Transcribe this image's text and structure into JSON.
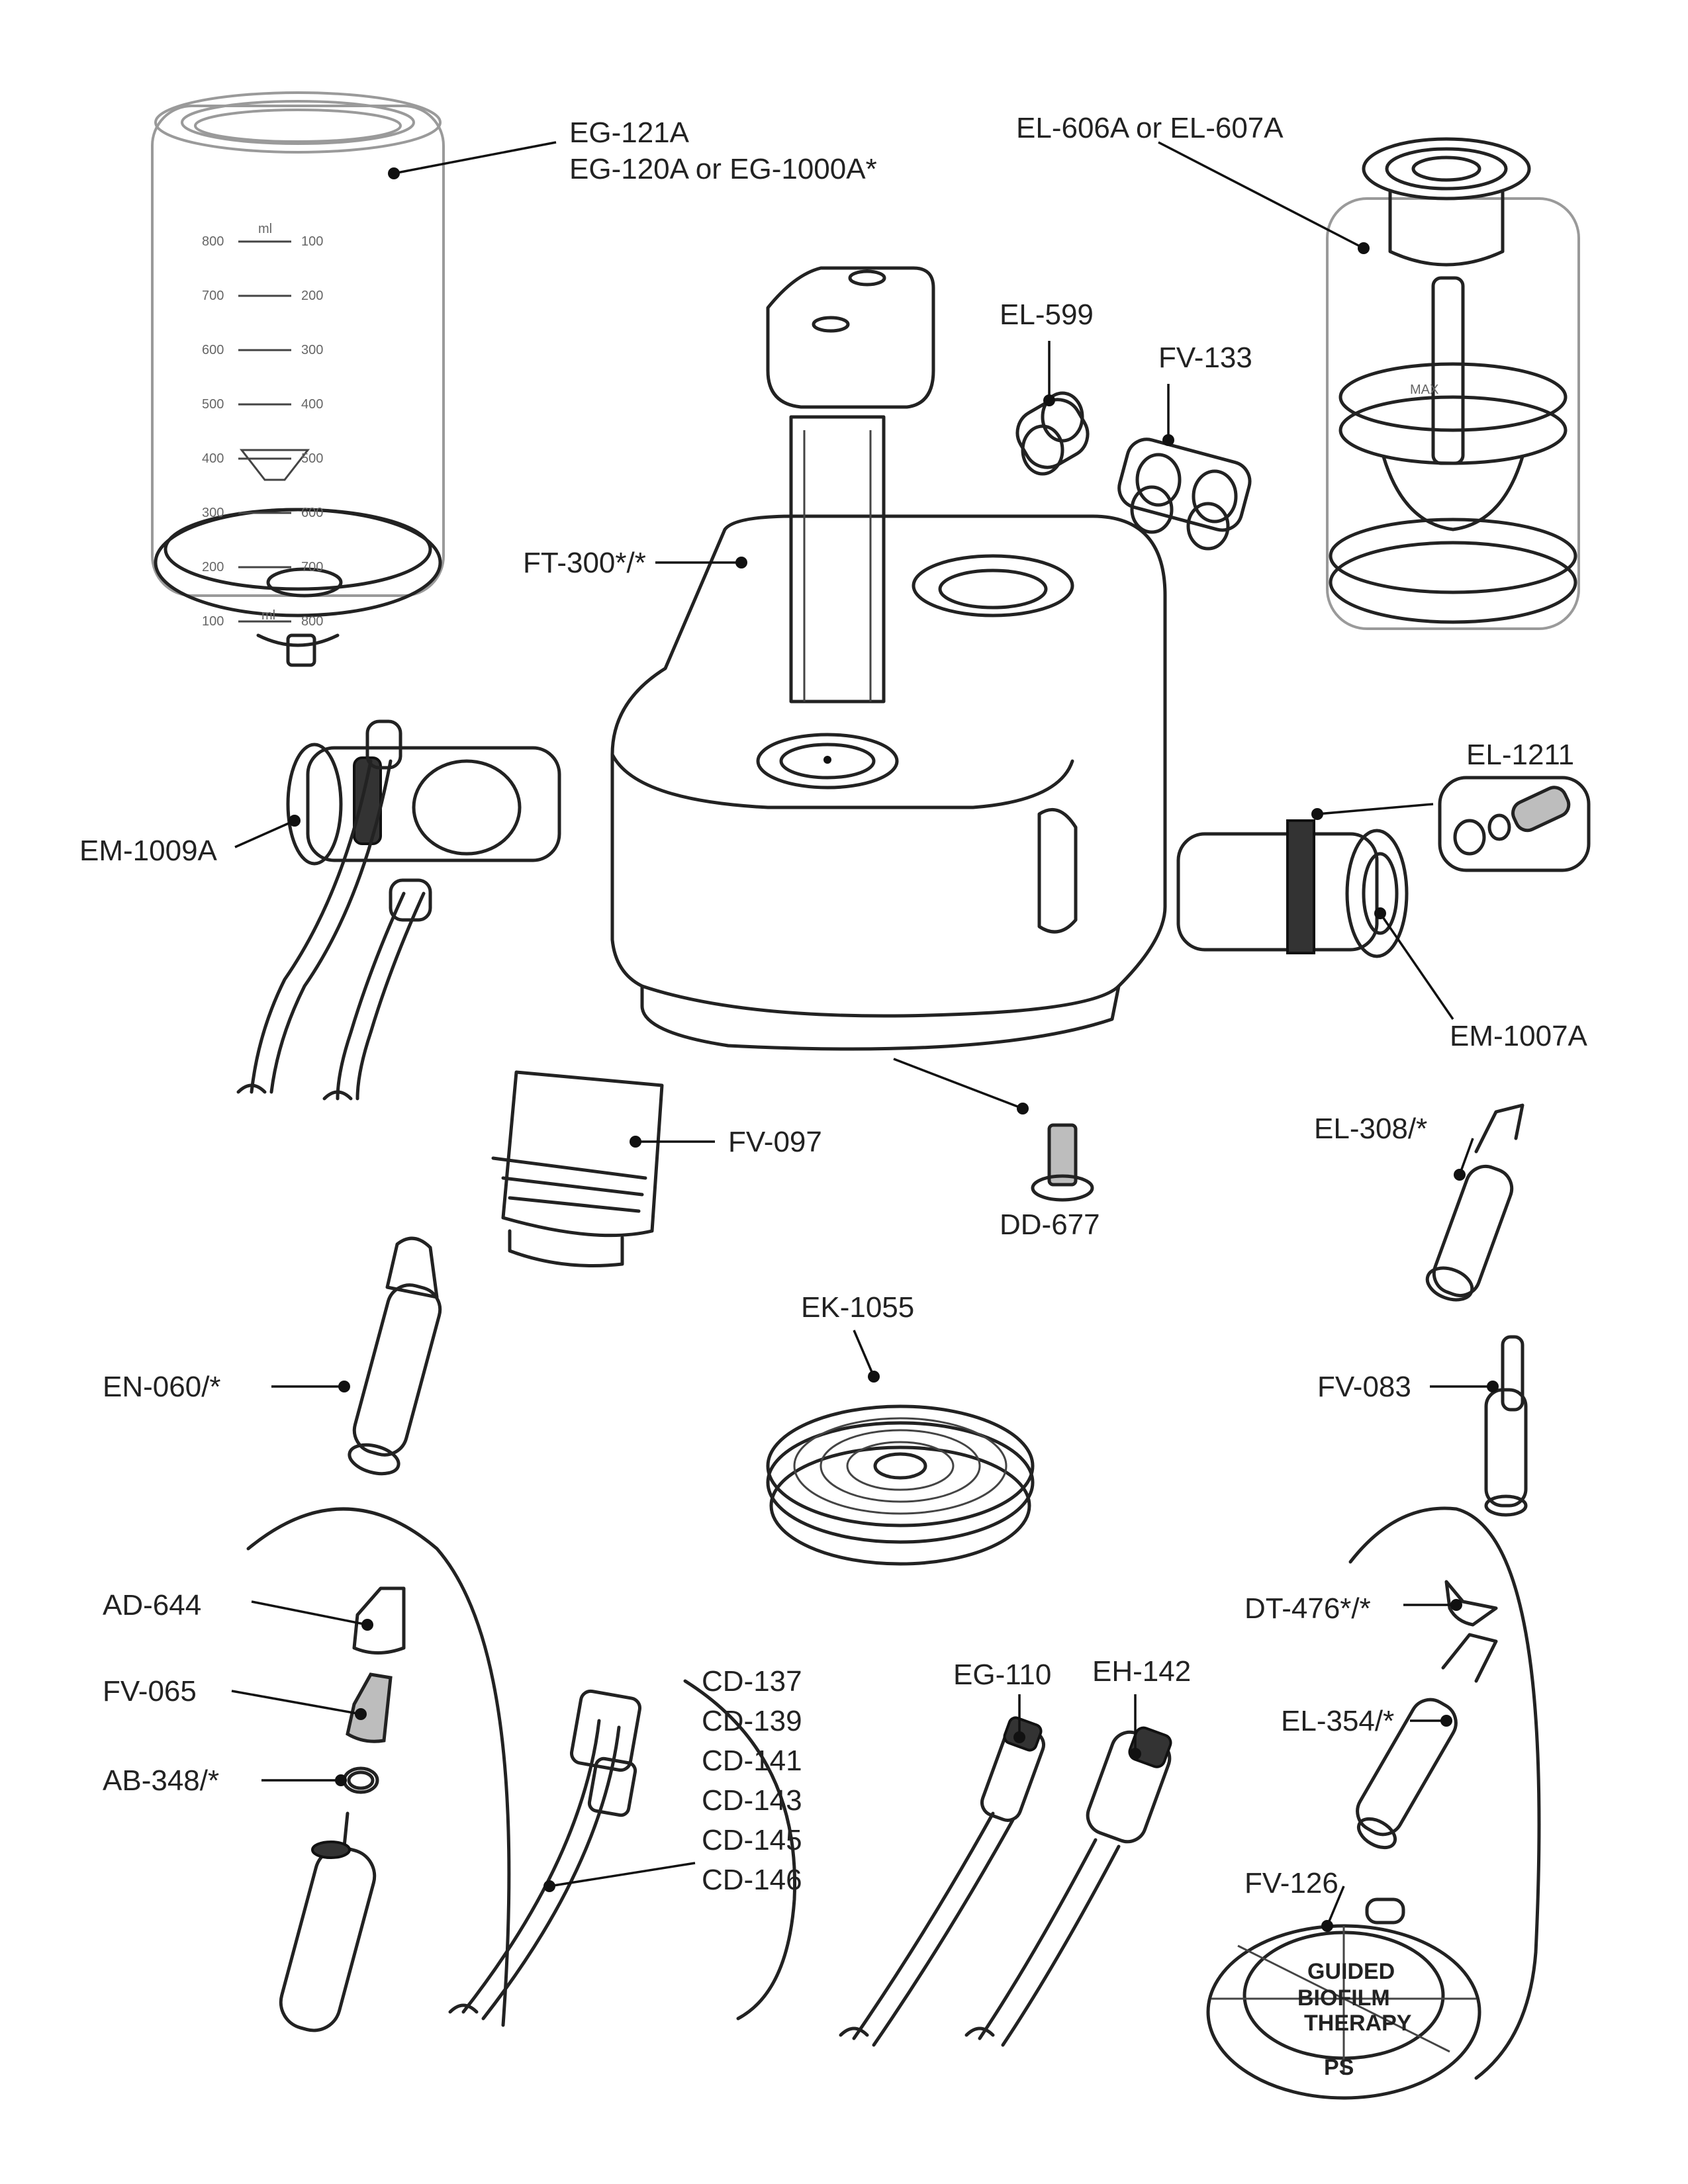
{
  "labels": {
    "eg121a_line1": "EG-121A",
    "eg121a_line2": "EG-120A or EG-1000A*",
    "el606a": "EL-606A or EL-607A",
    "el599": "EL-599",
    "fv133": "FV-133",
    "ft300": "FT-300*/*",
    "el1211": "EL-1211",
    "em1009a": "EM-1009A",
    "em1007a": "EM-1007A",
    "fv097": "FV-097",
    "dd677": "DD-677",
    "el308": "EL-308/*",
    "ek1055": "EK-1055",
    "en060": "EN-060/*",
    "fv083": "FV-083",
    "ad644": "AD-644",
    "fv065": "FV-065",
    "ab348": "AB-348/*",
    "cd_list": [
      "CD-137",
      "CD-139",
      "CD-141",
      "CD-143",
      "CD-145",
      "CD-146"
    ],
    "eg110": "EG-110",
    "eh142": "EH-142",
    "dt476": "DT-476*/*",
    "el354": "EL-354/*",
    "fv126": "FV-126"
  },
  "bottle_scale": {
    "ml_marks_left": [
      "800",
      "700",
      "600",
      "500",
      "400",
      "300",
      "200",
      "100"
    ],
    "ml_marks_right": [
      "100",
      "200",
      "300",
      "400",
      "500",
      "600",
      "700",
      "800"
    ],
    "unit": "ml"
  },
  "fv126_disc": {
    "center_top": "GUIDED",
    "center_mid": "BIOFILM",
    "center_bottom": "THERAPY",
    "segment": "PS"
  },
  "colors": {
    "ink": "#222222",
    "ghost_outline": "#9a9a9a",
    "part_grey": "#bdbdbd"
  }
}
